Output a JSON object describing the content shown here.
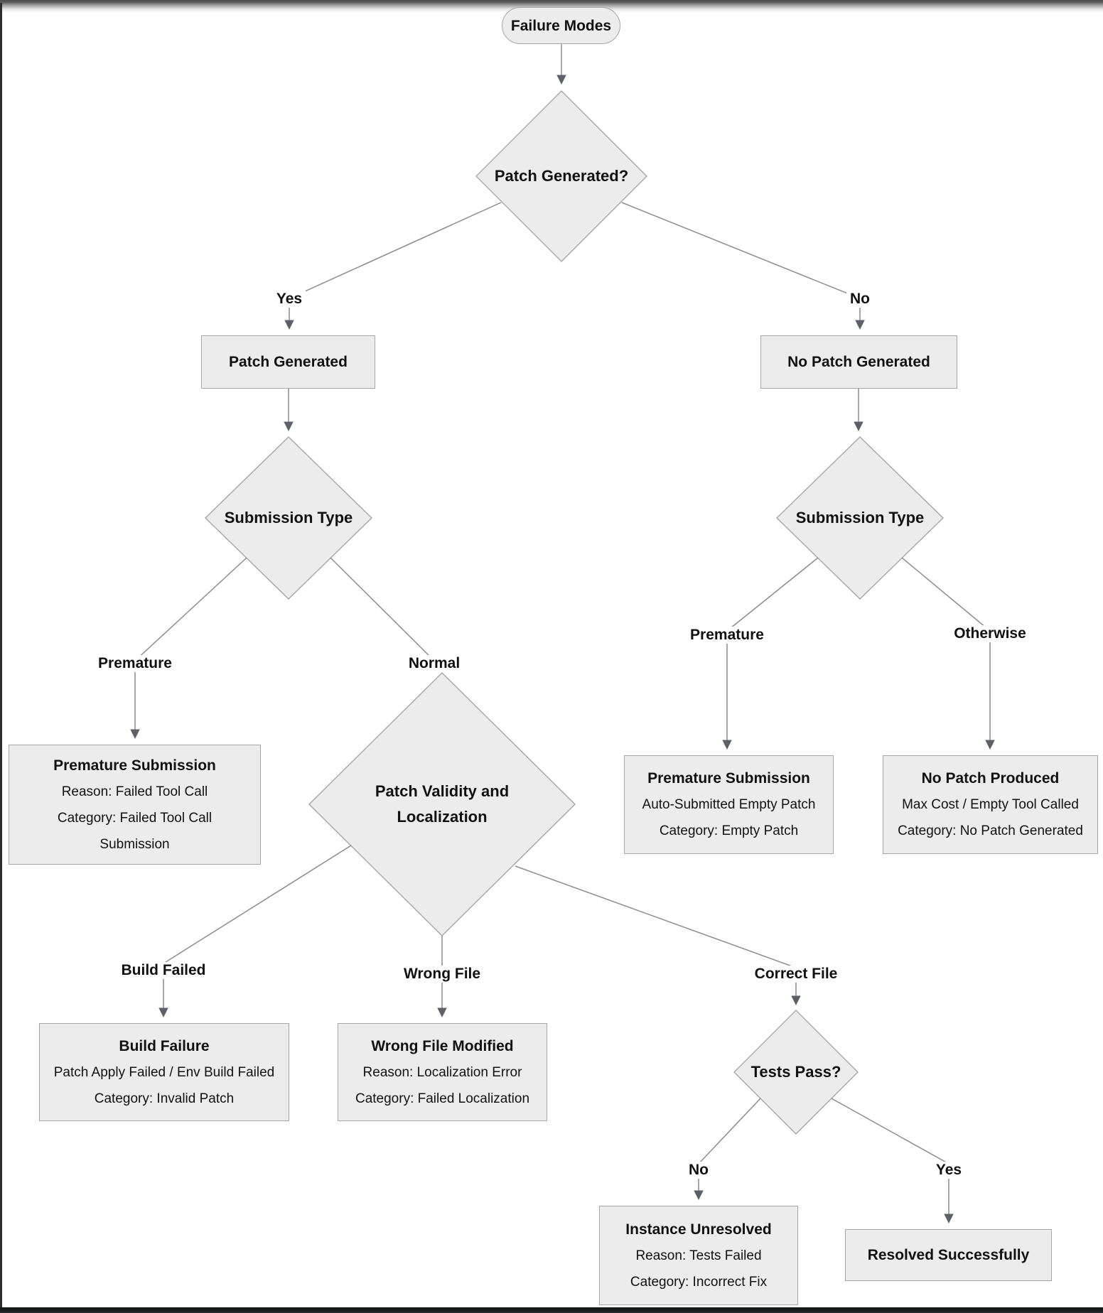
{
  "diagram": {
    "nodes": {
      "failure_modes": {
        "label": "Failure Modes"
      },
      "patch_generated_q": {
        "label": "Patch Generated?"
      },
      "patch_generated": {
        "label": "Patch Generated"
      },
      "no_patch_generated": {
        "label": "No Patch Generated"
      },
      "submission_type_left": {
        "label": "Submission Type"
      },
      "submission_type_right": {
        "label": "Submission Type"
      },
      "premature_submission_left": {
        "title": "Premature Submission",
        "lines": [
          "Reason: Failed Tool Call",
          "Category: Failed Tool Call",
          "Submission"
        ]
      },
      "patch_validity": {
        "lines": [
          "Patch Validity and",
          "Localization"
        ]
      },
      "premature_submission_right": {
        "title": "Premature Submission",
        "lines": [
          "Auto-Submitted Empty Patch",
          "Category: Empty Patch"
        ]
      },
      "no_patch_produced": {
        "title": "No Patch Produced",
        "lines": [
          "Max Cost / Empty Tool Called",
          "Category: No Patch Generated"
        ]
      },
      "build_failure": {
        "title": "Build Failure",
        "lines": [
          "Patch Apply Failed / Env Build Failed",
          "Category: Invalid Patch"
        ]
      },
      "wrong_file_modified": {
        "title": "Wrong File Modified",
        "lines": [
          "Reason: Localization Error",
          "Category: Failed Localization"
        ]
      },
      "tests_pass_q": {
        "label": "Tests Pass?"
      },
      "instance_unresolved": {
        "title": "Instance Unresolved",
        "lines": [
          "Reason: Tests Failed",
          "Category: Incorrect Fix"
        ]
      },
      "resolved_successfully": {
        "label": "Resolved Successfully"
      }
    },
    "edge_labels": {
      "yes_top": "Yes",
      "no_top": "No",
      "premature_left": "Premature",
      "normal": "Normal",
      "premature_right": "Premature",
      "otherwise": "Otherwise",
      "build_failed": "Build Failed",
      "wrong_file": "Wrong File",
      "correct_file": "Correct File",
      "tests_no": "No",
      "tests_yes": "Yes"
    },
    "colors": {
      "node_fill": "#ececec",
      "node_border": "#a6a6a6",
      "edge": "#8c8c8c",
      "arrowhead": "#5d6066",
      "text": "#111111",
      "top_bar": "#5a5a5a",
      "bottom_bar": "#14181c"
    }
  }
}
